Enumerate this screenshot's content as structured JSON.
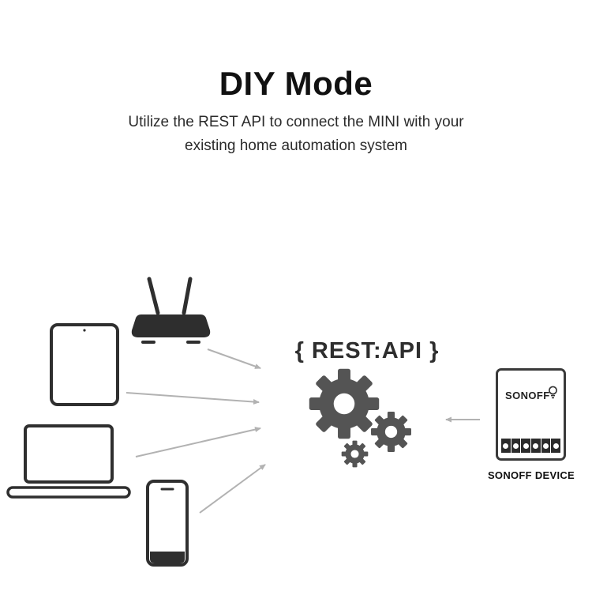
{
  "header": {
    "title": "DIY Mode",
    "subtitle_line1": "Utilize the REST API to connect the MINI with your",
    "subtitle_line2": "existing home automation system"
  },
  "diagram": {
    "rest_api_label": "{ REST:API }",
    "sonoff": {
      "brand": "SONOFF",
      "caption": "SONOFF DEVICE"
    },
    "icons": [
      "router-icon",
      "tablet-icon",
      "laptop-icon",
      "phone-icon",
      "gears-icon",
      "bulb-icon",
      "sonoff-device-icon"
    ],
    "colors": {
      "arrow": "#b2b2b2",
      "gear": "#545454",
      "line_art": "#2f2f2f",
      "text": "#111111"
    }
  }
}
